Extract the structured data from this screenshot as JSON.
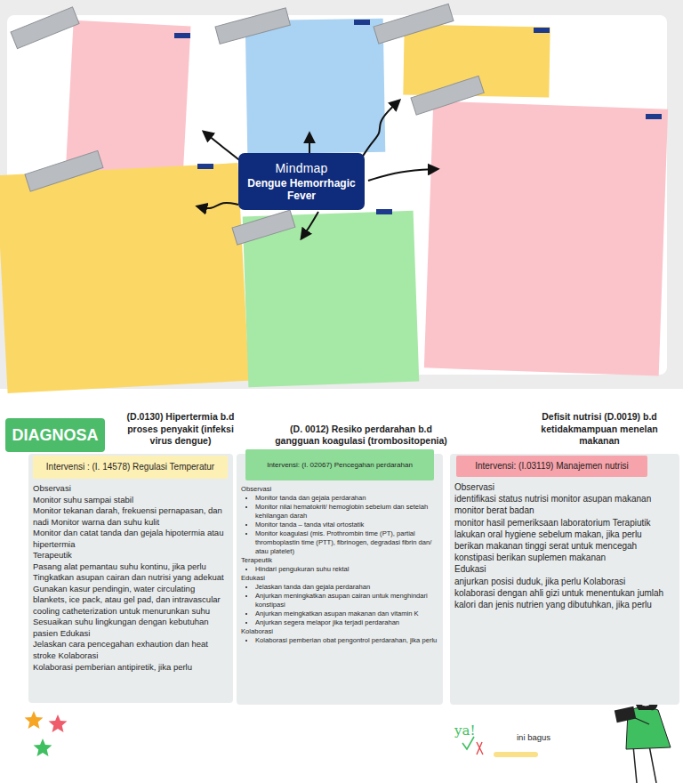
{
  "diagram": {
    "nodes": [
      {
        "text": [
          "Mindmap",
          "Dengue Hemorrhagic Fever"
        ]
      },
      {
        "text": [
          "DIAGNOSA"
        ]
      },
      {
        "text": [
          "(D.0130) Hipertermia b.d proses penyakit (infeksi virus dengue)",
          "Observasi",
          "Monitor suhu sampai stabil",
          "Monitor tekanan darah, frekuensi pernapasan, dan nadi Monitor warna dan suhu kulit",
          "Monitor dan catat tanda dan gejala hipotermia atau hipertermia",
          "Terapeutik",
          "Pasang alat pemantau suhu kontinu, jika perlu",
          "Tingkatkan asupan cairan dan nutrisi yang adekuat",
          "Gunakan kasur pendingin, water circulating blankets, ice pack, atau gel pad, dan intravascular cooling catheterization untuk menurunkan suhu",
          "Sesuaikan suhu lingkungan dengan kebutuhan pasien Edukasi",
          "Jelaskan cara pencegahan exhaution dan heat stroke Kolaborasi",
          "Kolaborasi pemberian antipiretik, jika perlu"
        ]
      },
      {
        "text": [
          "Intervensi : (I. 14578) Regulasi Temperatur"
        ],
        "in": 2
      },
      {
        "text": [
          "(D. 0012) Resiko perdarahan b.d gangguan koagulasi (trombositopenia)",
          "Observasi",
          "Monitor tanda dan gejala perdarahan",
          "Monitor nilai hematokrit/ hemoglobin sebelum dan setelah kehilangan darah",
          "Monitor tanda – tanda vital ortostatik",
          "Monitor koagulasi (mis. Prothrombin time (PT), partial thromboplastin time (PTT), fibrinogen, degradasi fibrin dan/ atau platelet)",
          "Terapeutik",
          "Hindari pengukuran suhu rektal",
          "Edukasi",
          "Jelaskan tanda dan gejala perdarahan",
          "Anjurkan meningkatkan asupan cairan untuk menghindari konstipasi",
          "Anjurkan meingkatkan asupan makanan dan vitamin K",
          "Anjurkan segera melapor jika terjadi perdarahan",
          "Kolaborasi",
          "Kolaborasi pemberian obat pengontrol perdarahan, jika perlu"
        ]
      },
      {
        "text": [
          "Intervensi: (I. 02067) Pencegahan perdarahan"
        ],
        "in": 4
      },
      {
        "text": [
          "Defisit nutrisi (D.0019) b.d ketidakmampuan menelan makanan",
          "Observasi",
          "identifikasi status nutrisi monitor asupan makanan monitor berat badan",
          "monitor hasil pemeriksaan laboratorium Terapiutik",
          "lakukan oral hygiene sebelum makan, jika perlu",
          "berikan makanan tinggi serat untuk mencegah konstipasi berikan suplemen makanan",
          "Edukasi",
          "anjurkan posisi duduk, jika perlu Kolaborasi",
          "kolaborasi dengan ahli gizi untuk menentukan jumlah kalori dan jenis nutrien yang dibutuhkan, jika perlu"
        ]
      },
      {
        "text": [
          "Intervensi: (I.03119) Manajemen nutrisi"
        ],
        "in": 6
      }
    ],
    "labels": [
      "ya!",
      "ini bagus"
    ]
  }
}
